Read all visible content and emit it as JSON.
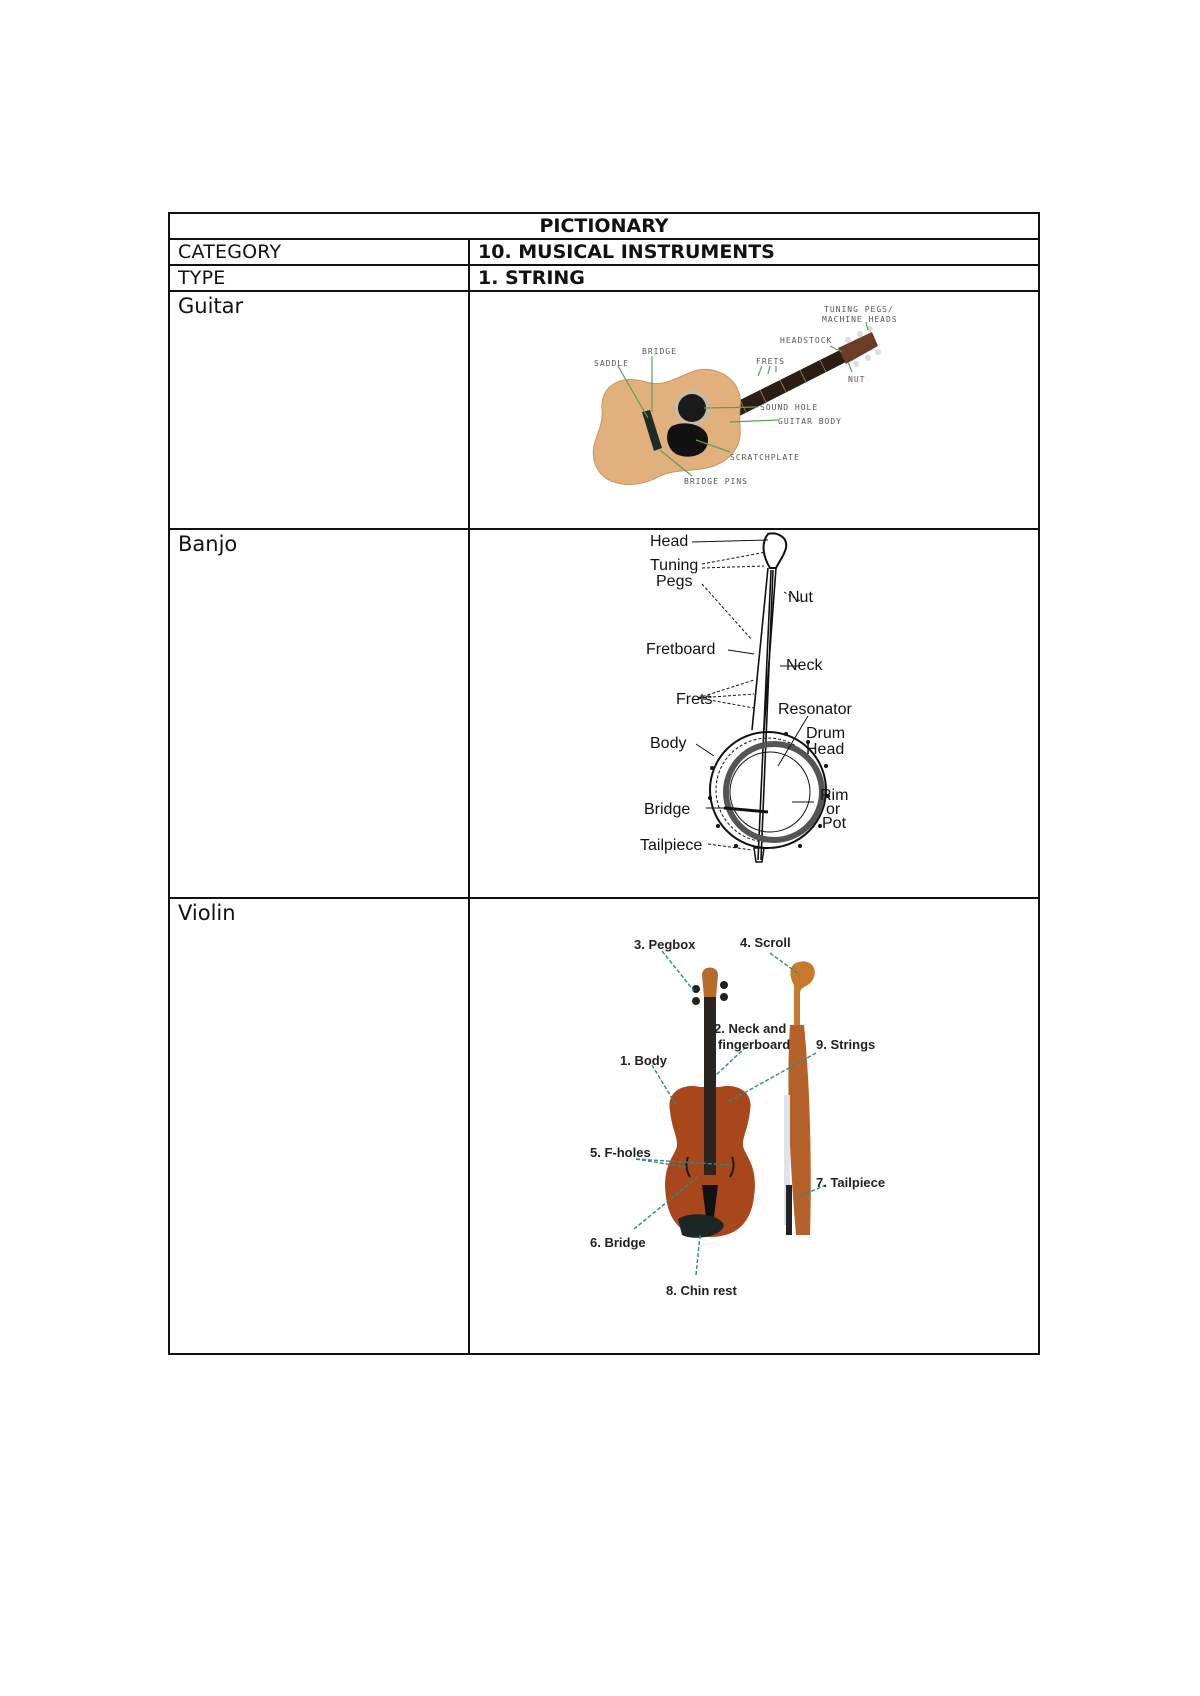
{
  "header": {
    "title": "PICTIONARY"
  },
  "meta": [
    {
      "label": "CATEGORY",
      "value": "10. MUSICAL INSTRUMENTS"
    },
    {
      "label": "TYPE",
      "value": "1. STRING"
    }
  ],
  "instruments": [
    {
      "name": "Guitar",
      "diagram": "labeled acoustic guitar",
      "labels": {
        "tuning_pegs": "TUNING PEGS/",
        "machine_heads": "MACHINE HEADS",
        "headstock": "HEADSTOCK",
        "bridge": "BRIDGE",
        "saddle": "SADDLE",
        "frets": "FRETS",
        "nut": "NUT",
        "sound_hole": "SOUND HOLE",
        "guitar_body": "GUITAR BODY",
        "scratchplate": "SCRATCHPLATE",
        "bridge_pins": "BRIDGE PINS"
      }
    },
    {
      "name": "Banjo",
      "diagram": "labeled banjo line drawing",
      "labels": {
        "head": "Head",
        "tuning": "Tuning",
        "pegs": "Pegs",
        "nut": "Nut",
        "fretboard": "Fretboard",
        "neck": "Neck",
        "frets": "Frets",
        "resonator": "Resonator",
        "drum": "Drum",
        "drum_head": "Head",
        "body": "Body",
        "rim": "Rim",
        "or": "or",
        "pot": "Pot",
        "bridge": "Bridge",
        "tailpiece": "Tailpiece"
      }
    },
    {
      "name": "Violin",
      "diagram": "labeled violin front and side",
      "labels": {
        "pegbox": "3. Pegbox",
        "scroll": "4. Scroll",
        "neck1": "2. Neck and",
        "neck2": "fingerboard",
        "strings": "9. Strings",
        "body": "1. Body",
        "fholes": "5. F-holes",
        "tailpiece": "7. Tailpiece",
        "bridge": "6. Bridge",
        "chinrest": "8. Chin rest"
      }
    }
  ],
  "colors": {
    "border": "#111111",
    "guitar_body": "#e2b07c",
    "violin_body": "#a8461c",
    "leader_teal": "#2f8a86",
    "leader_green": "#5aa05a"
  }
}
